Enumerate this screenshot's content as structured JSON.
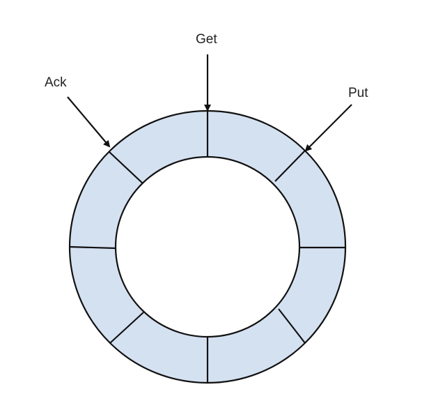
{
  "diagram": {
    "type": "ring-buffer",
    "segment_count": 8,
    "colors": {
      "segment_fill": "#d4e1f1",
      "stroke": "#111111",
      "background": "#ffffff"
    },
    "pointers": [
      {
        "id": "get",
        "label": "Get",
        "points_to": "top boundary (between top-left and top-right slots)"
      },
      {
        "id": "put",
        "label": "Put",
        "points_to": "upper-right boundary"
      },
      {
        "id": "ack",
        "label": "Ack",
        "points_to": "upper-left boundary"
      }
    ]
  },
  "labels": {
    "get": "Get",
    "put": "Put",
    "ack": "Ack"
  }
}
